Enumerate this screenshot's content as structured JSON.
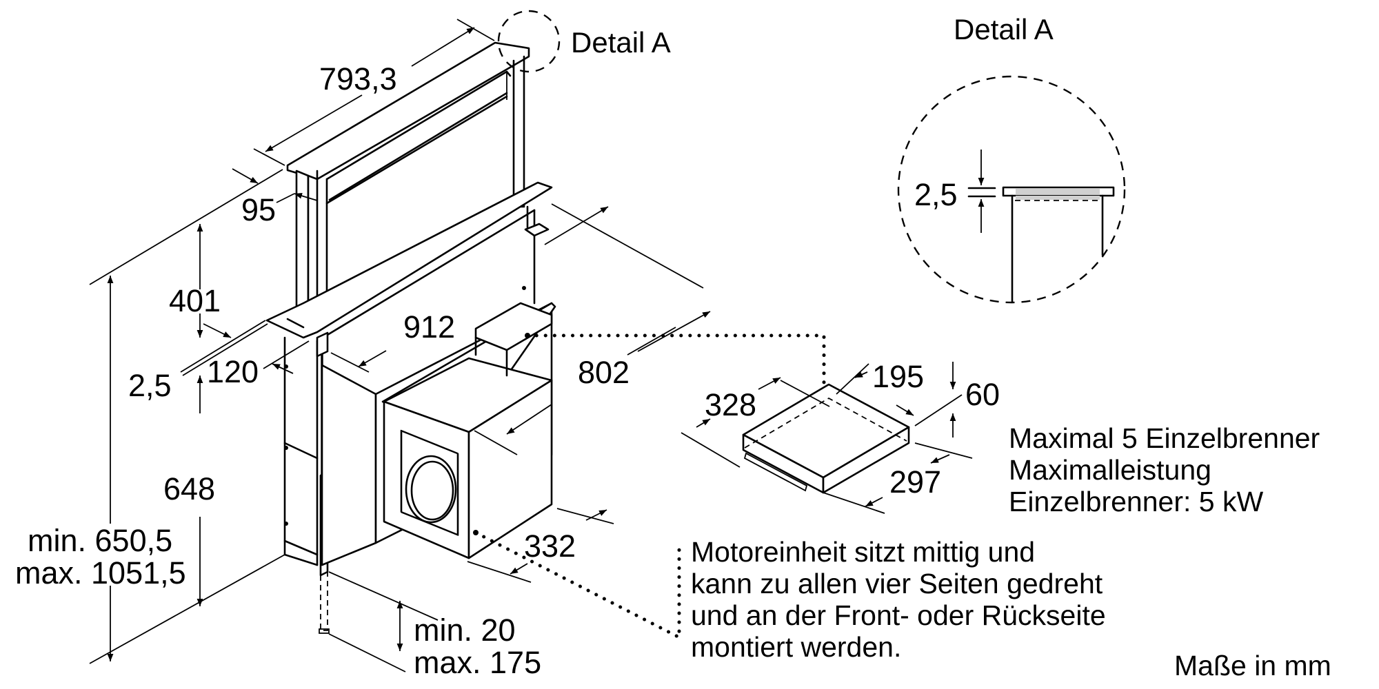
{
  "labels": {
    "detail_callout": "Detail A",
    "detail_title": "Detail A"
  },
  "dimensions": {
    "width_top": "793,3",
    "depth_top": "95",
    "height_extended": "401",
    "glass_thickness": "2,5",
    "panel_offset": "120",
    "body_width": "912",
    "depth_total": "802",
    "height_body": "648",
    "height_min": "min. 650,5",
    "height_max": "max. 1051,5",
    "foot_min": "min. 20",
    "foot_max": "max. 175",
    "motor_depth": "332",
    "adapter_length": "328",
    "adapter_width": "195",
    "adapter_height": "60",
    "adapter_depth": "297",
    "detail_thickness": "2,5"
  },
  "notes": {
    "burner_line1": "Maximal 5 Einzelbrenner",
    "burner_line2": "Maximalleistung",
    "burner_line3": "Einzelbrenner: 5 kW",
    "motor_line1": "Motoreinheit sitzt mittig und",
    "motor_line2": "kann zu allen vier Seiten gedreht",
    "motor_line3": "und an der Front- oder Rückseite",
    "motor_line4": "montiert werden.",
    "units": "Maße in mm"
  },
  "colors": {
    "ink": "#000000",
    "glass_fill": "#d0d0d0",
    "background": "#ffffff"
  }
}
